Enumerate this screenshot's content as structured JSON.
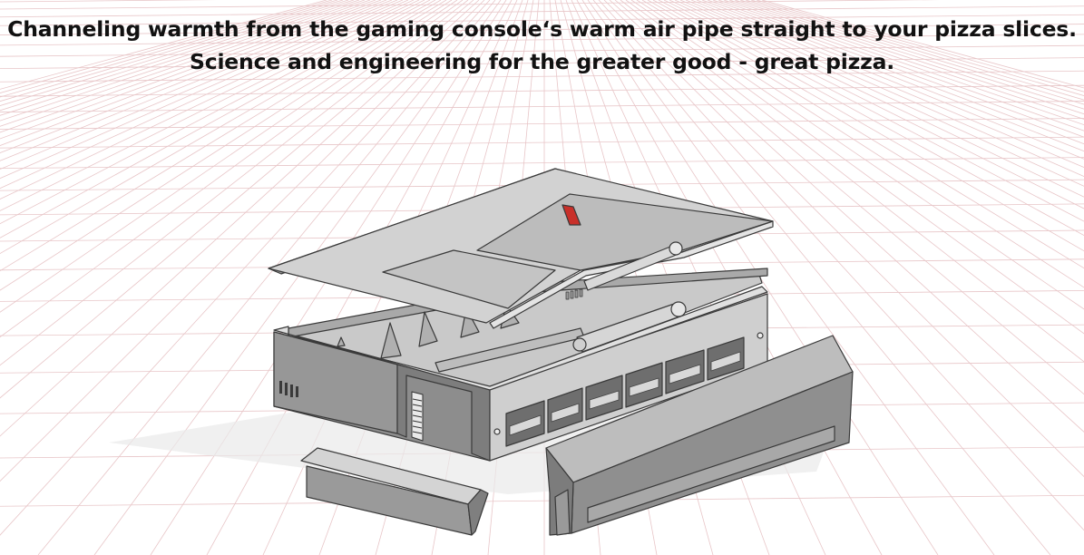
{
  "caption": {
    "line1": "Channeling warmth from the gaming console‘s warm air pipe straight to your pizza slices.",
    "line2": "Science and engineering for the greater good - great pizza."
  },
  "colors": {
    "background": "#ffffff",
    "grid_line": "#e8c6c8",
    "text": "#111111",
    "part_light": "#d8d8d8",
    "part_mid": "#b2b2b2",
    "part_dark": "#8a8a8a",
    "edge": "#3a3a3a",
    "accent_red": "#c9302a"
  },
  "icons": {
    "cad_model": "3d-exploded-cad-assembly"
  }
}
